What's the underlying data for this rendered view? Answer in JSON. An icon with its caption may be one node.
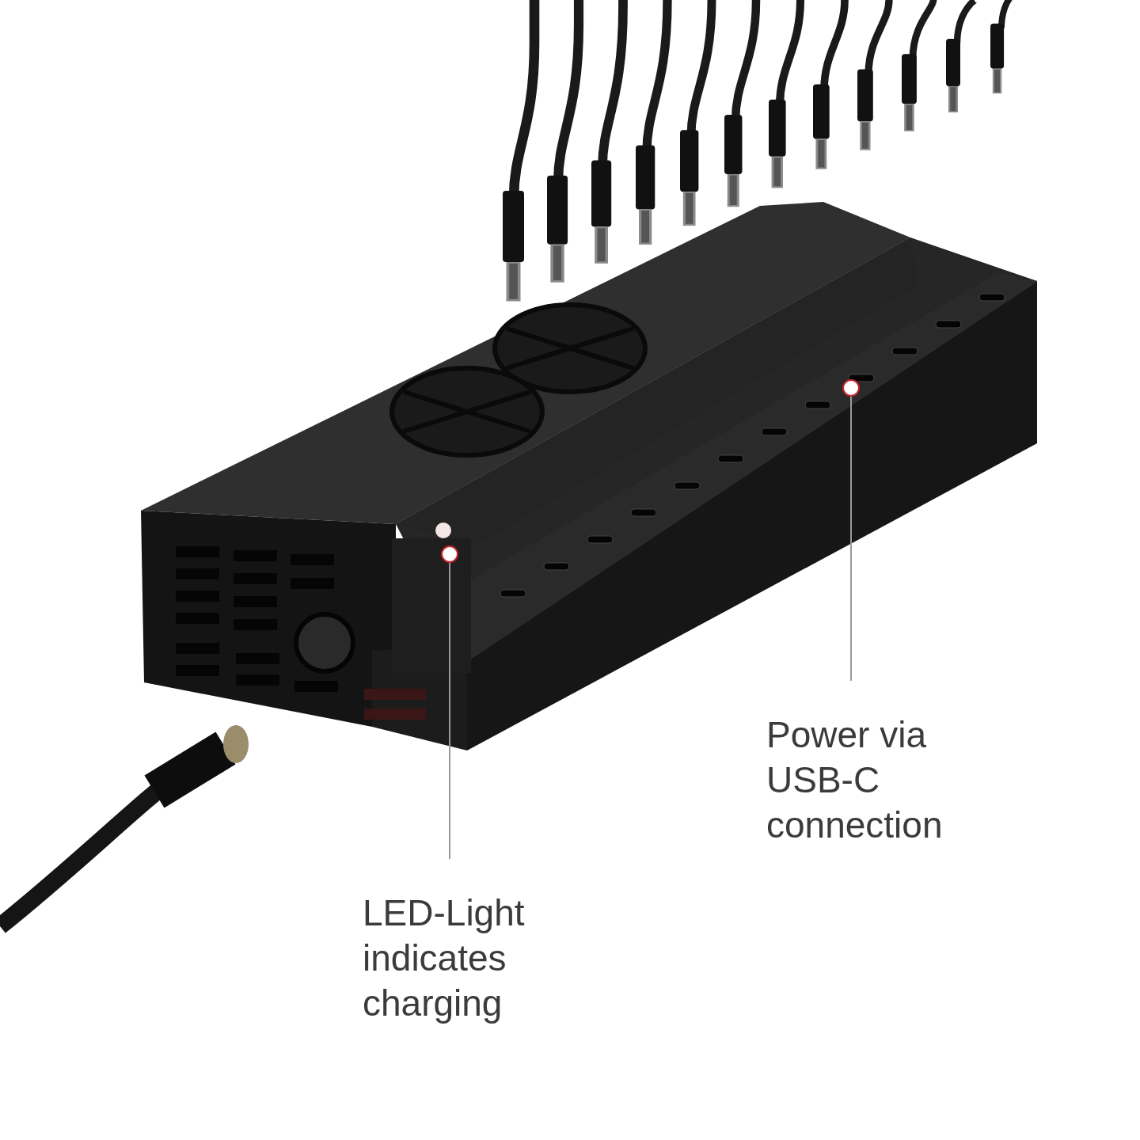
{
  "diagram": {
    "nodes": [
      {
        "text": [
          "LED-Light indicates charging"
        ]
      },
      {
        "text": [
          "Power via USB-C connection"
        ]
      },
      {
        "text": [],
        "shape": "circle"
      },
      {
        "text": [],
        "shape": "circle"
      }
    ],
    "edges": [
      {
        "from": 0,
        "to": 2,
        "arrow": "none"
      },
      {
        "from": 1,
        "to": 3,
        "arrow": "none"
      }
    ]
  }
}
